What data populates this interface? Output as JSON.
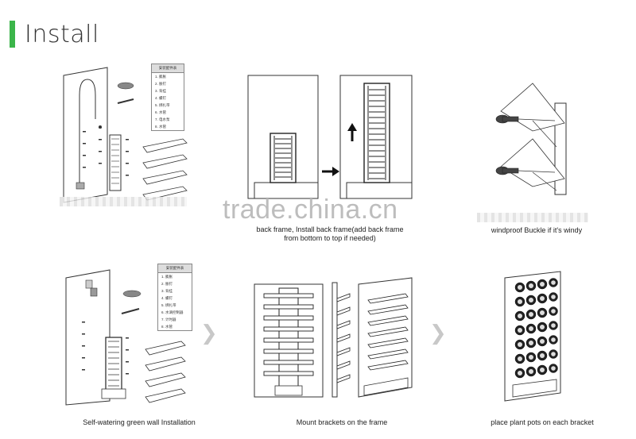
{
  "page": {
    "title": "Install"
  },
  "watermark": "trade.china.cn",
  "legend_top": {
    "header": "安装配件表",
    "items": [
      "1. 膨胀",
      "2. 胀钉",
      "3. 背挂",
      "4. 螺钉",
      "5. 绑扎带",
      "6. 水管",
      "7. 电水泵",
      "8. 水管"
    ]
  },
  "legend_bottom": {
    "header": "安装配件表",
    "items": [
      "1. 膨胀",
      "2. 胀钉",
      "3. 背挂",
      "4. 螺钉",
      "5. 绑扎带",
      "6. 水滴控制器",
      "7. 计时器",
      "8. 水管"
    ]
  },
  "captions": {
    "step2_line1": "back frame, Install back frame(add back frame",
    "step2_line2": "from bottom to top if needed)",
    "step3": "windproof Buckle if it's windy",
    "step4": "Self-watering green wall Installation",
    "step5": "Mount brackets on the frame",
    "step6": "place plant pots on each bracket"
  },
  "icons": {
    "next_step": "chevron-right-icon",
    "up": "up-arrow-icon",
    "right": "right-arrow-icon"
  }
}
